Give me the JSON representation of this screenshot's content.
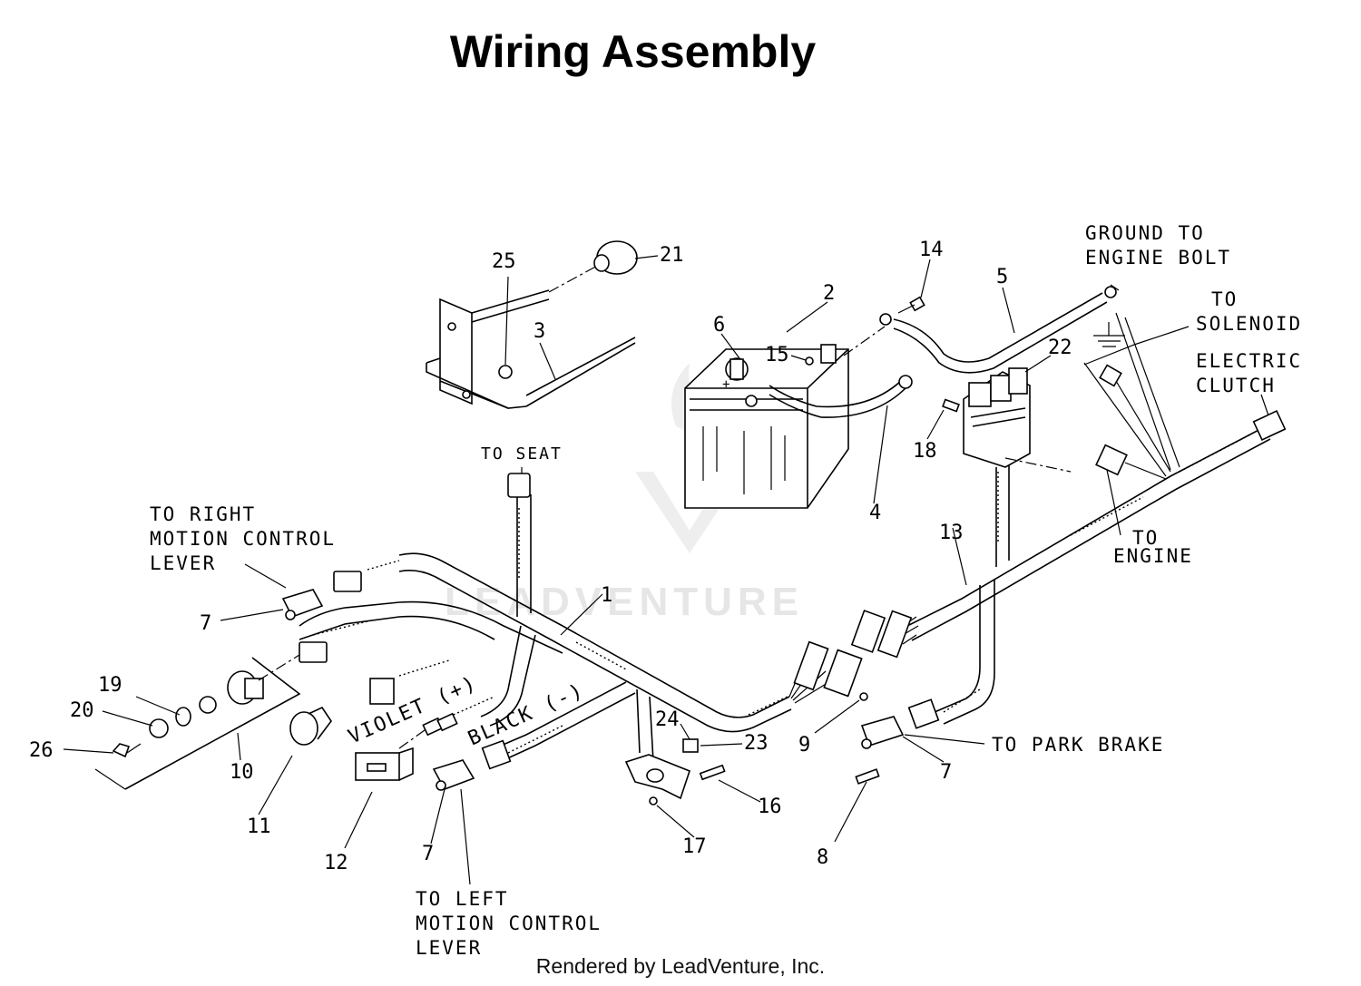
{
  "title": "Wiring Assembly",
  "footer": "Rendered by LeadVenture, Inc.",
  "watermark": "LEADVENTURE",
  "callouts": {
    "c1": "1",
    "c2": "2",
    "c3": "3",
    "c4": "4",
    "c5": "5",
    "c6": "6",
    "c7a": "7",
    "c7b": "7",
    "c7c": "7",
    "c8": "8",
    "c9": "9",
    "c10": "10",
    "c11": "11",
    "c12": "12",
    "c13": "13",
    "c14": "14",
    "c15": "15",
    "c16": "16",
    "c17": "17",
    "c18": "18",
    "c19": "19",
    "c20": "20",
    "c21": "21",
    "c22": "22",
    "c23": "23",
    "c24": "24",
    "c25": "25",
    "c26": "26"
  },
  "labels": {
    "to_seat": "TO SEAT",
    "right_motion": [
      "TO RIGHT",
      "MOTION CONTROL",
      "LEVER"
    ],
    "left_motion": [
      "TO LEFT",
      "MOTION CONTROL",
      "LEVER"
    ],
    "ground": [
      "GROUND TO",
      "ENGINE BOLT"
    ],
    "solenoid": [
      "TO",
      "SOLENOID"
    ],
    "clutch": [
      "ELECTRIC",
      "CLUTCH"
    ],
    "engine": [
      "TO",
      "ENGINE"
    ],
    "park_brake": "TO PARK BRAKE",
    "violet": "VIOLET (+)",
    "black": "BLACK (-)"
  }
}
